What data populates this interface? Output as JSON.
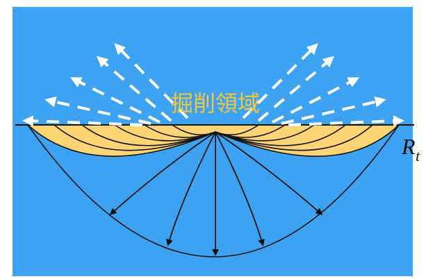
{
  "diagram": {
    "region_label": "掘削領域",
    "rt_main": "R",
    "rt_sub": "t",
    "colors": {
      "background": "#3EA2F3",
      "excavated_region": "#FDD575",
      "lines": "#111111",
      "ejecta_arrows": "#FFFFFF",
      "label": "#F4C73A"
    }
  }
}
